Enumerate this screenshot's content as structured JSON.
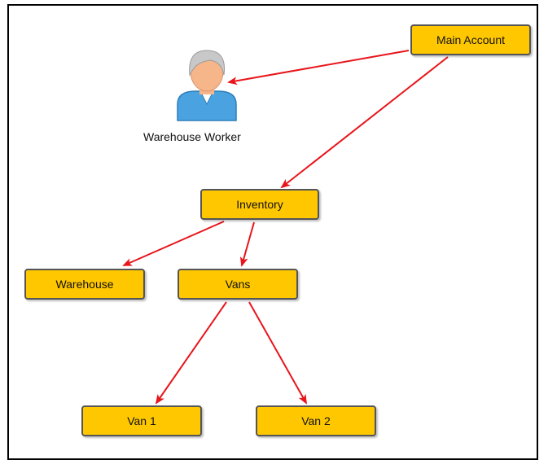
{
  "diagram": {
    "nodes": {
      "main_account": "Main Account",
      "warehouse_worker": "Warehouse Worker",
      "inventory": "Inventory",
      "warehouse": "Warehouse",
      "vans": "Vans",
      "van1": "Van 1",
      "van2": "Van 2"
    },
    "edges": [
      {
        "from": "Main Account",
        "to": "Warehouse Worker"
      },
      {
        "from": "Main Account",
        "to": "Inventory"
      },
      {
        "from": "Inventory",
        "to": "Warehouse"
      },
      {
        "from": "Inventory",
        "to": "Vans"
      },
      {
        "from": "Vans",
        "to": "Van 1"
      },
      {
        "from": "Vans",
        "to": "Van 2"
      }
    ],
    "colors": {
      "node_fill": "#ffc700",
      "node_border": "#555555",
      "edge": "#e8151b",
      "person_shirt": "#4aa3e0",
      "person_skin": "#f7b58a",
      "person_hair": "#c8c8c8"
    },
    "icons": {
      "person": "user-icon"
    }
  }
}
